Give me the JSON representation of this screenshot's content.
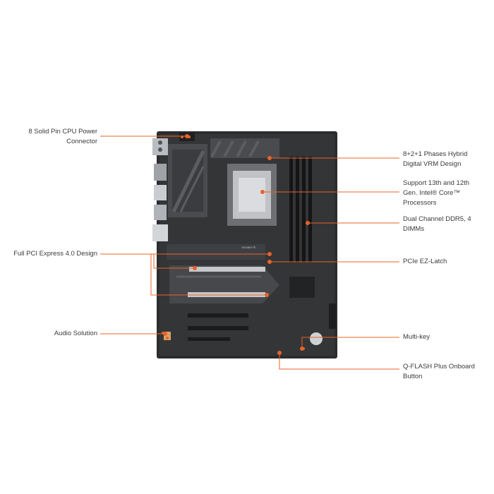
{
  "accent_color": "#e8632a",
  "board": {
    "logo_text": "GIGABYTE"
  },
  "labels": {
    "cpu_power": "8 Solid Pin CPU Power\nConnector",
    "pcie": "Full PCI Express 4.0 Design",
    "audio": "Audio Solution",
    "vrm": "8+2+1 Phases Hybrid\nDigital VRM Design",
    "cpu_support": "Support 13th and 12th\nGen. Intel® Core™\nProcessors",
    "ddr5": "Dual Channel DDR5, 4\nDIMMs",
    "ez_latch": "PCIe EZ-Latch",
    "multikey": "Multi-key",
    "qflash": "Q-FLASH Plus Onboard\nButton"
  }
}
